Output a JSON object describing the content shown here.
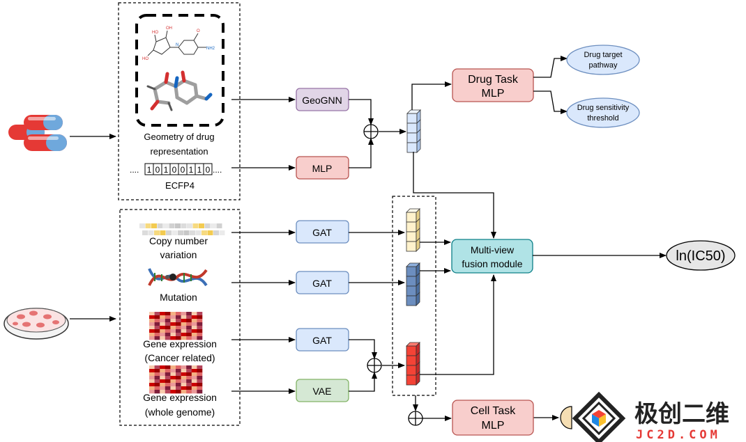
{
  "drug_panel": {
    "geometry_label_line1": "Geometry of drug",
    "geometry_label_line2": "representation",
    "fingerprint_prefix": "....",
    "fingerprint_bits": [
      "1",
      "0",
      "1",
      "0",
      "0",
      "1",
      "1",
      "0"
    ],
    "fingerprint_suffix": "....",
    "ecfp_label": "ECFP4"
  },
  "cell_panel": {
    "cnv_line1": "Copy number",
    "cnv_line2": "variation",
    "mutation": "Mutation",
    "gene_expr_cancer_line1": "Gene expression",
    "gene_expr_cancer_line2": "(Cancer related)",
    "gene_expr_whole_line1": "Gene expression",
    "gene_expr_whole_line2": "(whole genome)"
  },
  "modules": {
    "geognn": "GeoGNN",
    "mlp": "MLP",
    "gat_cnv": "GAT",
    "gat_mutation": "GAT",
    "gat_expr": "GAT",
    "vae": "VAE",
    "drug_task_line1": "Drug Task",
    "drug_task_line2": "MLP",
    "cell_task_line1": "Cell Task",
    "cell_task_line2": "MLP",
    "fusion_line1": "Multi-view",
    "fusion_line2": "fusion module",
    "output": "ln(IC50)"
  },
  "outputs": {
    "drug_target_line1": "Drug target",
    "drug_target_line2": "pathway",
    "drug_sensitivity_line1": "Drug sensitivity",
    "drug_sensitivity_line2": "threshold"
  },
  "watermark": {
    "title": "极创二维",
    "domain": "JC2D.COM"
  },
  "colors": {
    "geognn_fill": "#e1d5e7",
    "geognn_stroke": "#9673a6",
    "mlp_fill": "#f8cecc",
    "mlp_stroke": "#b85450",
    "gat_fill": "#dae8fc",
    "gat_stroke": "#6c8ebf",
    "vae_fill": "#d5e8d4",
    "vae_stroke": "#82b366",
    "fusion_fill": "#b0e3e6",
    "fusion_stroke": "#0e8088",
    "ellipse_fill": "#dae8fc",
    "output_fill": "#e6e6e6"
  }
}
